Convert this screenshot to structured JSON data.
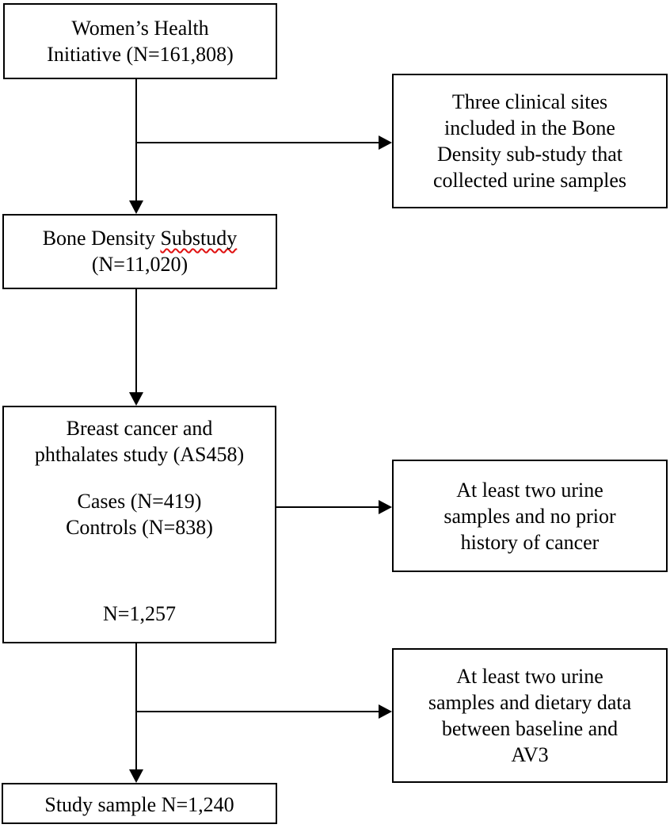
{
  "flowchart": {
    "colors": {
      "line": "#000000",
      "background": "#ffffff",
      "spellcheck_underline": "#e01010"
    },
    "boxes": {
      "whi": {
        "lines": [
          "Women’s Health",
          "Initiative (N=161,808)"
        ]
      },
      "clinical_sites": {
        "lines": [
          "Three clinical sites",
          "included in the Bone",
          "Density sub-study that",
          "collected urine samples"
        ]
      },
      "bone_density": {
        "line1_prefix": "Bone Density ",
        "line1_flagged": "Substudy",
        "line2": "(N=11,020)"
      },
      "breast_cancer": {
        "title_lines": [
          "Breast cancer and",
          "phthalates study (AS458)"
        ],
        "cases": "Cases (N=419)",
        "controls": "Controls (N=838)",
        "total": "N=1,257"
      },
      "urine_no_cancer": {
        "lines": [
          "At least two urine",
          "samples and no prior",
          "history of cancer"
        ]
      },
      "urine_dietary": {
        "lines": [
          "At least two urine",
          "samples and dietary data",
          "between baseline and",
          "AV3"
        ]
      },
      "study_sample": {
        "label": "Study sample N=1,240"
      }
    }
  }
}
